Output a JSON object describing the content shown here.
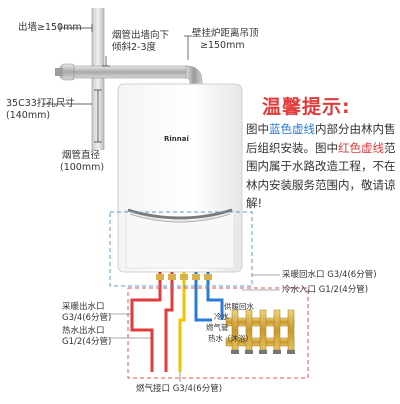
{
  "labels": {
    "wall_out": "出墙≥150mm",
    "flue_slope_1": "烟管出墙向下",
    "flue_slope_2": "倾斜2-3度",
    "ceiling_1": "壁挂炉距离吊顶",
    "ceiling_2": "≥150mm",
    "hole_1": "35C33打孔尺寸",
    "hole_2": "(140mm)",
    "pipe_dia_1": "烟管直径",
    "pipe_dia_2": "(100mm)",
    "heating_return": "采暖回水口 G3/4(6分管)",
    "cold_in": "冷水入口 G1/2(4分管)",
    "heating_out_1": "采暖出水口",
    "heating_out_2": "G3/4(6分管)",
    "hot_out_1": "热水出水口",
    "hot_out_2": "G1/2(4分管)",
    "gas_in": "燃气接口 G3/4(6分管)",
    "manifold_return": "供暖回水",
    "manifold_cold": "冷水",
    "manifold_gas": "燃气管",
    "manifold_hot": "热水（沐浴）"
  },
  "brand": "Rinnai",
  "tip": {
    "title": "温馨提示:",
    "p1": "图中",
    "blue_text": "蓝色虚线",
    "p2": "内部分由林内售后组织安装。图中",
    "red_text": "红色虚线",
    "p3": "范围内属于水路改造工程，不在林内安装服务范围内，敬请谅解!"
  },
  "colors": {
    "blue_dash": "#5b9bd5",
    "red_dash": "#e0574f",
    "pipe_red": "#e23b3b",
    "pipe_blue": "#2a7ad6",
    "pipe_yellow": "#f2c200",
    "text_red": "#e23b3b"
  }
}
